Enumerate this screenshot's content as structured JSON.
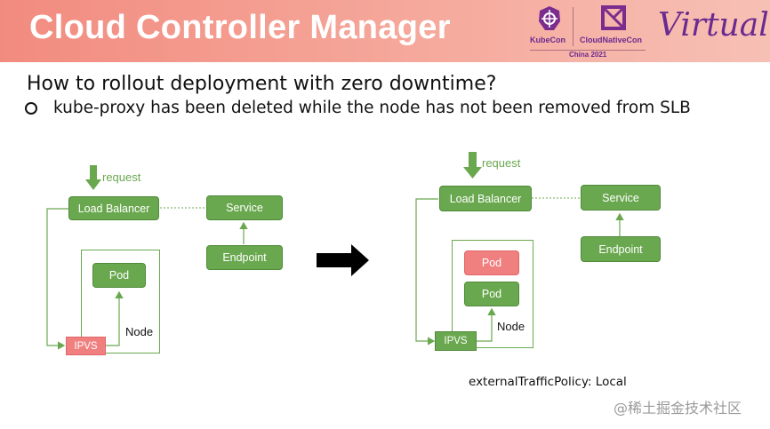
{
  "header": {
    "title": "Cloud Controller Manager",
    "logos": {
      "kubecon": "KubeCon",
      "cloudnativecon": "CloudNativeCon",
      "event": "China 2021",
      "virtual": "Virtual"
    }
  },
  "content": {
    "question": "How to rollout deployment with zero downtime?",
    "bullet": "kube-proxy has been deleted while the node has not been removed from SLB"
  },
  "diagram_left": {
    "request": "request",
    "load_balancer": "Load Balancer",
    "service": "Service",
    "endpoint": "Endpoint",
    "pod": "Pod",
    "node": "Node",
    "ipvs": "IPVS"
  },
  "diagram_right": {
    "request": "request",
    "load_balancer": "Load Balancer",
    "service": "Service",
    "endpoint": "Endpoint",
    "pod_removed": "Pod",
    "pod": "Pod",
    "node": "Node",
    "ipvs": "IPVS",
    "policy": "externalTrafficPolicy: Local"
  },
  "watermark": "@稀土掘金技术社区",
  "colors": {
    "header": "#f28b7f",
    "box_green": "#6aa84f",
    "box_red": "#f08080",
    "brand_purple": "#6b2a8f"
  }
}
